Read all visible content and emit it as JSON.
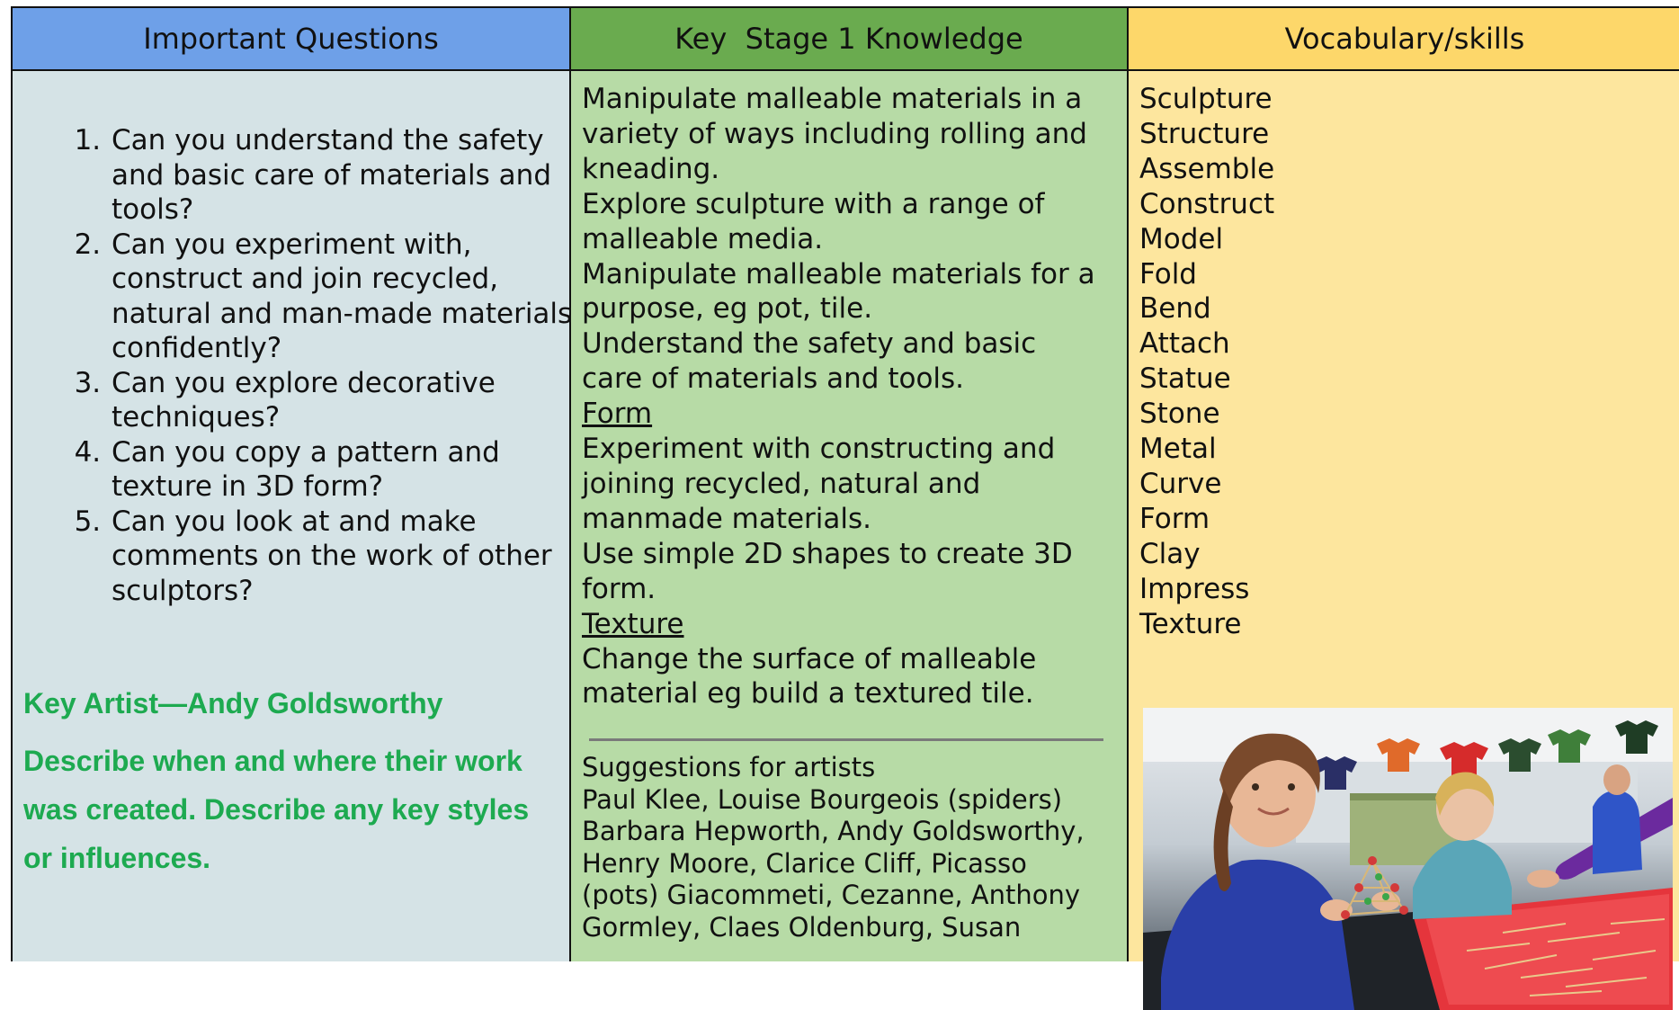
{
  "headers": {
    "questions": "Important Questions",
    "knowledge": "Key  Stage 1 Knowledge",
    "vocabulary": "Vocabulary/skills"
  },
  "questions": [
    "Can you understand the safety and basic care of materials and tools?",
    "Can you experiment with, construct and join recycled, natural and man-made materials confidently?",
    "Can you explore decorative techniques?",
    "Can you copy a pattern and texture in 3D form?",
    "Can you look at and make comments on the work of other sculptors?"
  ],
  "key_artist": "Key Artist—Andy Goldsworthy",
  "describe": "Describe when and where their work was created. Describe any key styles or influences.",
  "knowledge_lines": [
    {
      "text": "Manipulate malleable materials in a",
      "underline": false
    },
    {
      "text": "variety of ways including rolling and",
      "underline": false
    },
    {
      "text": "kneading.",
      "underline": false
    },
    {
      "text": "Explore sculpture with a range of",
      "underline": false
    },
    {
      "text": "malleable media.",
      "underline": false
    },
    {
      "text": "Manipulate malleable materials for a",
      "underline": false
    },
    {
      "text": "purpose, eg pot, tile.",
      "underline": false
    },
    {
      "text": "Understand the safety and basic",
      "underline": false
    },
    {
      "text": "care of materials and tools.",
      "underline": false
    },
    {
      "text": "Form",
      "underline": true
    },
    {
      "text": "Experiment with constructing and",
      "underline": false
    },
    {
      "text": "joining recycled, natural and",
      "underline": false
    },
    {
      "text": "manmade materials.",
      "underline": false
    },
    {
      "text": "Use simple 2D shapes to create 3D",
      "underline": false
    },
    {
      "text": "form.",
      "underline": false
    },
    {
      "text": "Texture",
      "underline": true
    },
    {
      "text": "Change the surface of malleable",
      "underline": false
    },
    {
      "text": "material eg build a textured tile.",
      "underline": false
    }
  ],
  "suggestions_lines": [
    "Suggestions for artists",
    "Paul Klee, Louise Bourgeois (spiders)",
    "Barbara Hepworth, Andy Goldsworthy,",
    "Henry Moore, Clarice Cliff, Picasso",
    "(pots) Giacommeti, Cezanne, Anthony",
    "Gormley, Claes Oldenburg, Susan"
  ],
  "vocabulary": [
    "Sculpture",
    "Structure",
    "Assemble",
    "Construct",
    "Model",
    "Fold",
    "Bend",
    "Attach",
    "Statue",
    "Stone",
    "Metal",
    "Curve",
    "Form",
    "Clay",
    "Impress",
    "Texture"
  ]
}
